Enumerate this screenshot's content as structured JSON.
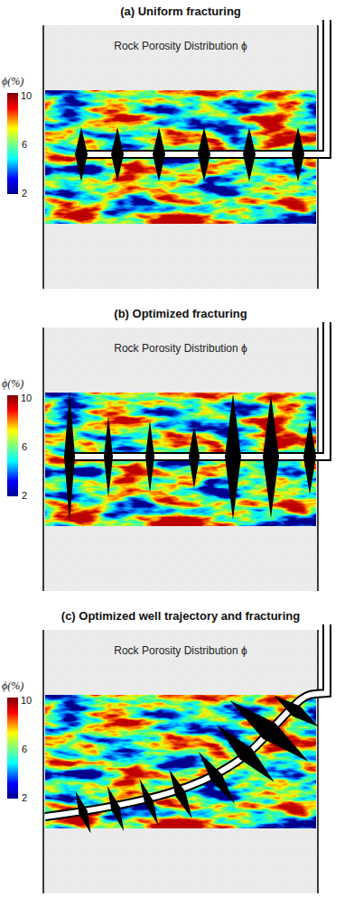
{
  "diagram": {
    "labels": [
      "(a) Uniform fracturing",
      "Rock Porosity Distribution ϕ",
      "ϕ(%)",
      "10",
      "6",
      "2",
      "(b) Optimized fracturing",
      "Rock Porosity Distribution ϕ",
      "ϕ(%)",
      "10",
      "6",
      "2",
      "(c) Optimized well trajectory and fracturing",
      "Rock Porosity Distribution ϕ",
      "ϕ(%)",
      "10",
      "6",
      "2"
    ]
  }
}
